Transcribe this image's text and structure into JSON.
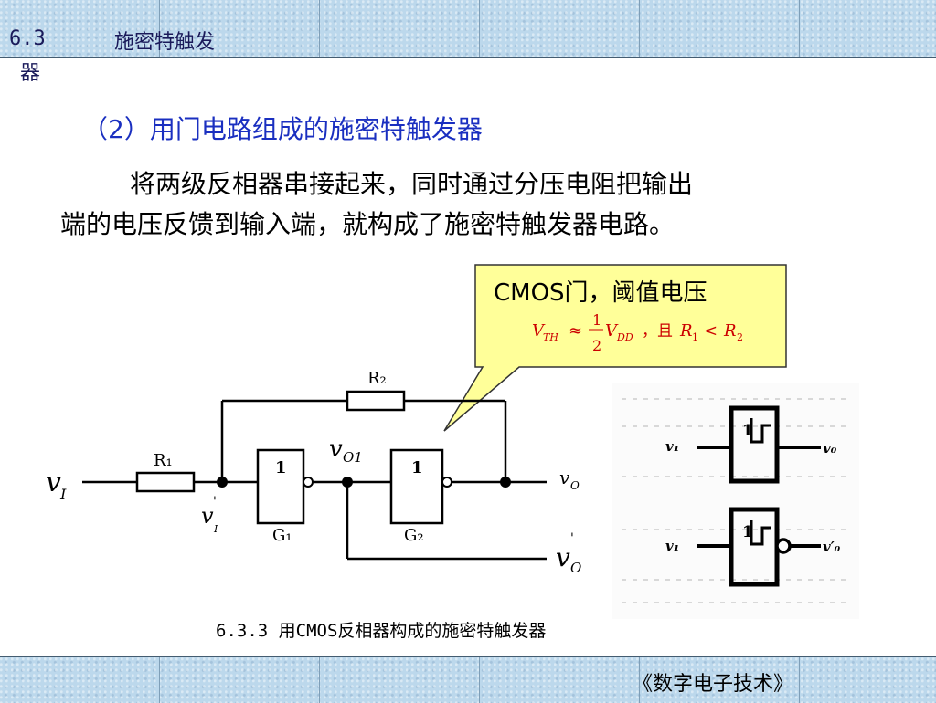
{
  "header": {
    "section_number": "6.3",
    "title_line1": "施密特触发",
    "title_line2": "器"
  },
  "subtitle": "（2）用门电路组成的施密特触发器",
  "paragraph": {
    "line1": "将两级反相器串接起来，同时通过分压电阻把输出",
    "line2": "端的电压反馈到输入端，就构成了施密特触发器电路。"
  },
  "callout": {
    "heading": "CMOS门，阈值电压",
    "formula_vth": "V",
    "formula_vth_sub": "TH",
    "formula_approx": "≈",
    "formula_num": "1",
    "formula_den": "2",
    "formula_vdd": "V",
    "formula_vdd_sub": "DD",
    "formula_sep": "，且",
    "formula_r1": "R",
    "formula_r1_sub": "1",
    "formula_lt": "<",
    "formula_r2": "R",
    "formula_r2_sub": "2",
    "bg_color": "#ffff99"
  },
  "circuit": {
    "r2_label": "R₂",
    "r1_label": "R₁",
    "g1_label": "G₁",
    "g2_label": "G₂",
    "gate1_text": "1",
    "gate2_text": "1",
    "vi_main": "v",
    "vi_sub": "I",
    "vi_prime_main": "v",
    "vi_prime_sub": "I",
    "vi_prime_mark": "'",
    "vo1_main": "v",
    "vo1_sub": "O1",
    "vo_main": "v",
    "vo_sub": "O",
    "vo_prime_main": "v",
    "vo_prime_sub": "O",
    "vo_prime_mark": "'"
  },
  "symbols": {
    "sym1_gate_text": "1",
    "sym1_in": "v₁",
    "sym1_out": "v₀",
    "sym2_gate_text": "1",
    "sym2_in": "v₁",
    "sym2_out": "v′₀"
  },
  "caption": "6.3.3  用CMOS反相器构成的施密特触发器",
  "footer": "《数字电子技术》"
}
